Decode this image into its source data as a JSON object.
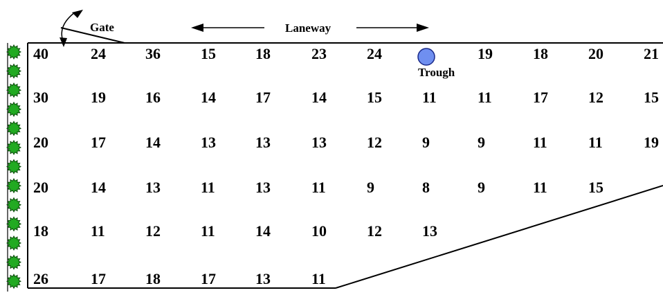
{
  "labels": {
    "gate": "Gate",
    "laneway": "Laneway",
    "trough": "Trough"
  },
  "colors": {
    "tree": "#22aa22",
    "trough": "#6f8ff0",
    "line": "#000000"
  },
  "icons": [
    "tree-icon",
    "trough-icon",
    "gate-arc-arrow-icon",
    "laneway-left-arrow-icon",
    "laneway-right-arrow-icon"
  ],
  "tree_count": 13,
  "grid": [
    [
      "40",
      "24",
      "36",
      "15",
      "18",
      "23",
      "24",
      "",
      "19",
      "18",
      "20",
      "21"
    ],
    [
      "30",
      "19",
      "16",
      "14",
      "17",
      "14",
      "15",
      "11",
      "11",
      "17",
      "12",
      "15"
    ],
    [
      "20",
      "17",
      "14",
      "13",
      "13",
      "13",
      "12",
      "9",
      "9",
      "11",
      "11",
      "19"
    ],
    [
      "20",
      "14",
      "13",
      "11",
      "13",
      "11",
      "9",
      "8",
      "9",
      "11",
      "15",
      ""
    ],
    [
      "18",
      "11",
      "12",
      "11",
      "14",
      "10",
      "12",
      "13",
      "",
      "",
      "",
      ""
    ],
    [
      "26",
      "17",
      "18",
      "17",
      "13",
      "11",
      "",
      "",
      "",
      "",
      "",
      ""
    ]
  ]
}
